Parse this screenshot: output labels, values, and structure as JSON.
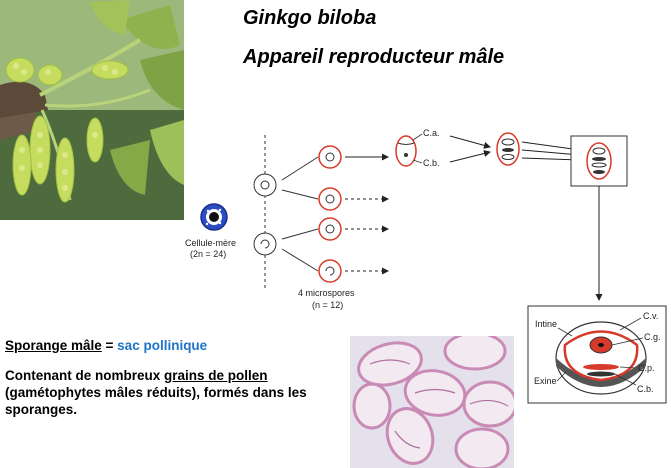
{
  "title": {
    "line1": "Ginkgo biloba",
    "line2": "Appareil reproducteur mâle"
  },
  "diagram": {
    "mother_cell": {
      "name": "Cellule-mère",
      "ploidy": "(2n = 24)"
    },
    "microspores": {
      "label": "4 microspores",
      "ploidy": "(n = 12)"
    },
    "cell_labels": {
      "ca": "C.a.",
      "cb": "C.b."
    },
    "pollen_labels": {
      "intine": "Intine",
      "exine": "Exine",
      "cv": "C.v.",
      "cg": "C.g.",
      "cp": "C.p.",
      "cb": "C.b."
    }
  },
  "text": {
    "sporange_term": "Sporange mâle",
    "equals": " = ",
    "sporange_def": "sac pollinique",
    "desc_part1": "Contenant de nombreux ",
    "desc_underlined": "grains de pollen",
    "desc_part2": " (gamétophytes mâles réduits), formés dans les sporanges."
  },
  "colors": {
    "accent_blue": "#1f73c9",
    "cell_red": "#d63a2a",
    "pollen_pink": "#d9a8c9"
  }
}
